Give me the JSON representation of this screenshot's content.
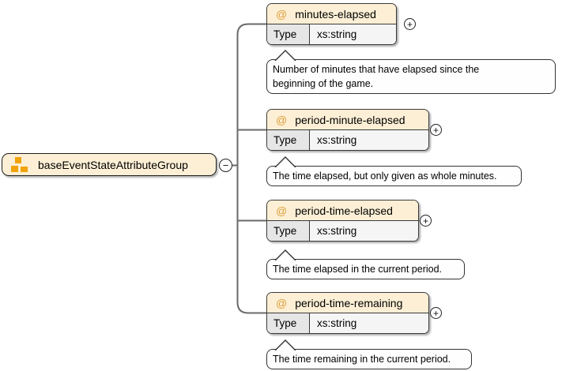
{
  "root_node": {
    "label": "baseEventStateAttributeGroup",
    "collapse_glyph": "−"
  },
  "attributes": [
    {
      "at_glyph": "@",
      "name": "minutes-elapsed",
      "type_label": "Type",
      "type_value": "xs:string",
      "expand_glyph": "+",
      "doc_lines": [
        "Number of minutes that have elapsed since the",
        "beginning of the game."
      ]
    },
    {
      "at_glyph": "@",
      "name": "period-minute-elapsed",
      "type_label": "Type",
      "type_value": "xs:string",
      "expand_glyph": "+",
      "doc_lines": [
        "The time elapsed, but only given as whole minutes."
      ]
    },
    {
      "at_glyph": "@",
      "name": "period-time-elapsed",
      "type_label": "Type",
      "type_value": "xs:string",
      "expand_glyph": "+",
      "doc_lines": [
        "The time elapsed in the current period."
      ]
    },
    {
      "at_glyph": "@",
      "name": "period-time-remaining",
      "type_label": "Type",
      "type_value": "xs:string",
      "expand_glyph": "+",
      "doc_lines": [
        "The time remaining in the current period."
      ]
    }
  ],
  "colors": {
    "accent_orange": "#F0A30A",
    "node_fill": "#FCEFD5",
    "type_cell_fill": "#E6E6E6",
    "type_value_fill": "#F5F5F5",
    "connector_gray": "#6A6A6A"
  }
}
